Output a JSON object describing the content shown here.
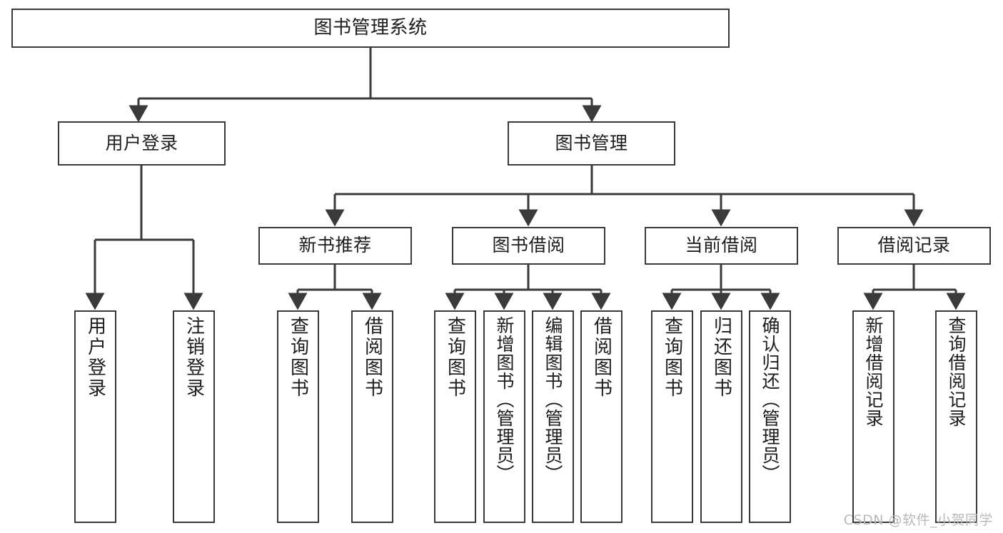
{
  "diagram": {
    "title": "图书管理系统",
    "type": "hierarchy-tree",
    "levels": 4,
    "colors": {
      "stroke": "#3a3a3a",
      "fill": "#ffffff",
      "text": "#1d1d1d",
      "watermark": "#b9b9b9"
    },
    "root": {
      "label": "图书管理系统"
    },
    "level2": [
      {
        "label": "用户登录"
      },
      {
        "label": "图书管理"
      }
    ],
    "level3": [
      {
        "label": "新书推荐"
      },
      {
        "label": "图书借阅"
      },
      {
        "label": "当前借阅"
      },
      {
        "label": "借阅记录"
      }
    ],
    "leaves": {
      "user_login": [
        {
          "label": "用户登录"
        },
        {
          "label": "注销登录"
        }
      ],
      "new_book_recommend": [
        {
          "label": "查询图书"
        },
        {
          "label": "借阅图书"
        }
      ],
      "book_borrow": [
        {
          "label": "查询图书"
        },
        {
          "label": "新增图书（管理员）"
        },
        {
          "label": "编辑图书（管理员）"
        },
        {
          "label": "借阅图书"
        }
      ],
      "current_borrow": [
        {
          "label": "查询图书"
        },
        {
          "label": "归还图书"
        },
        {
          "label": "确认归还（管理员）"
        }
      ],
      "borrow_record": [
        {
          "label": "新增借阅记录"
        },
        {
          "label": "查询借阅记录"
        }
      ]
    }
  },
  "watermark": {
    "text": "CSDN @软件_小贺同学"
  }
}
